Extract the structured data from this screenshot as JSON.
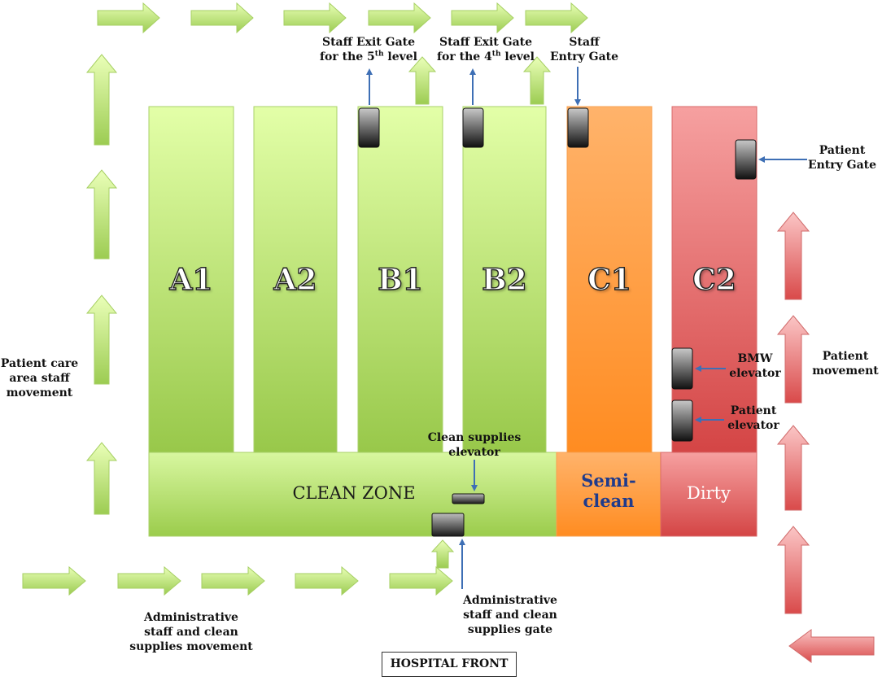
{
  "blocks": {
    "a1": "A1",
    "a2": "A2",
    "b1": "B1",
    "b2": "B2",
    "c1": "C1",
    "c2": "C2"
  },
  "zones": {
    "clean": "CLEAN ZONE",
    "semiclean_line1": "Semi-",
    "semiclean_line2": "clean",
    "dirty": "Dirty"
  },
  "labels": {
    "staff_exit_5_line1": "Staff Exit Gate",
    "staff_exit_5_line2_pre": "for the 5",
    "staff_exit_5_sup": "th",
    "staff_exit_5_line2_post": " level",
    "staff_exit_4_line1": "Staff Exit Gate",
    "staff_exit_4_line2_pre": "for the 4",
    "staff_exit_4_sup": "th",
    "staff_exit_4_line2_post": " level",
    "staff_entry_line1": "Staff",
    "staff_entry_line2": "Entry Gate",
    "patient_entry_line1": "Patient",
    "patient_entry_line2": "Entry Gate",
    "bmw_line1": "BMW",
    "bmw_line2": "elevator",
    "patient_elev_line1": "Patient",
    "patient_elev_line2": "elevator",
    "patient_movement_line1": "Patient",
    "patient_movement_line2": "movement",
    "care_staff_line1": "Patient care",
    "care_staff_line2": "area staff",
    "care_staff_line3": "movement",
    "clean_elev_line1": "Clean supplies",
    "clean_elev_line2": "elevator",
    "admin_move_line1": "Administrative",
    "admin_move_line2": "staff and clean",
    "admin_move_line3": "supplies movement",
    "admin_gate_line1": "Administrative",
    "admin_gate_line2": "staff and clean",
    "admin_gate_line3": "supplies gate",
    "hospital_front": "HOSPITAL FRONT"
  },
  "colors": {
    "green_light": "#e3ffa8",
    "green_dark": "#98c84a",
    "orange_light": "#ffb36b",
    "orange_dark": "#ff8c21",
    "red_light": "#f6a0a0",
    "red_dark": "#d44545",
    "gate_blue": "#3e6fb5"
  }
}
